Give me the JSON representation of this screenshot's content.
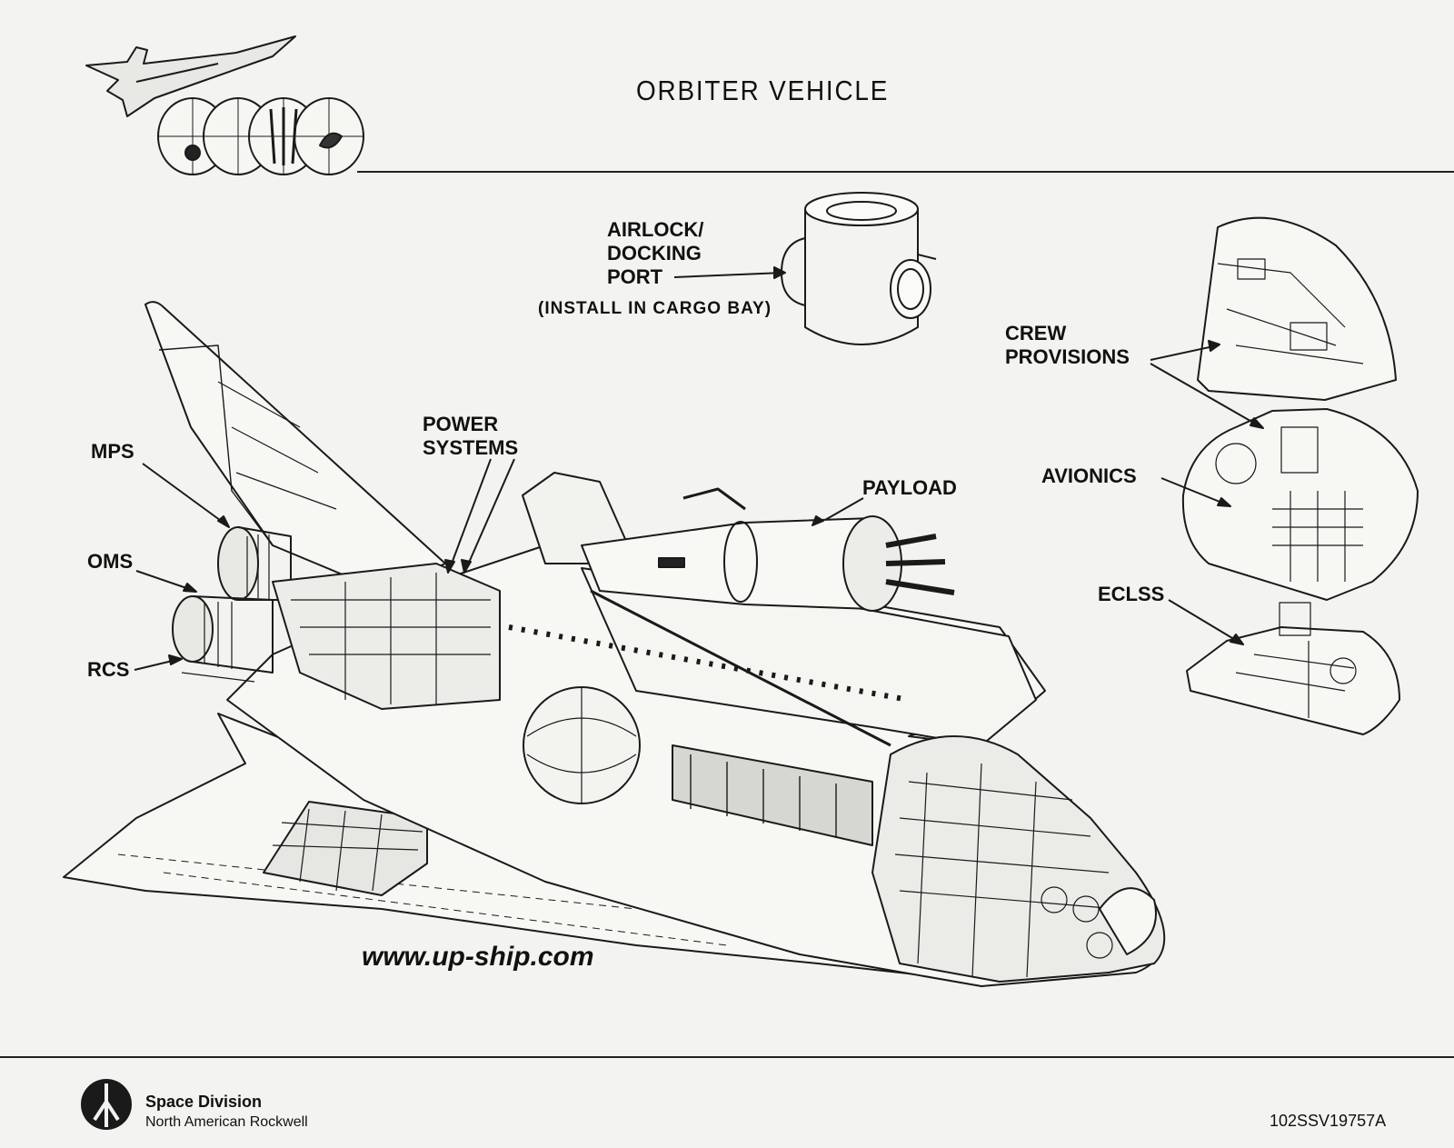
{
  "header": {
    "title": "ORBITER VEHICLE"
  },
  "labels": {
    "airlock": "AIRLOCK/\nDOCKING\nPORT",
    "airlock_note": "(INSTALL IN CARGO BAY)",
    "crew_provisions": "CREW\nPROVISIONS",
    "avionics": "AVIONICS",
    "eclss": "ECLSS",
    "payload": "PAYLOAD",
    "power_systems": "POWER\nSYSTEMS",
    "mps": "MPS",
    "oms": "OMS",
    "rcs": "RCS"
  },
  "watermark": "www.up-ship.com",
  "footer": {
    "company": "Space Division",
    "parent": "North American Rockwell",
    "doc_number": "102SSV19757A"
  },
  "icons": [
    "shuttle-globe-logo",
    "rockwell-logo"
  ]
}
